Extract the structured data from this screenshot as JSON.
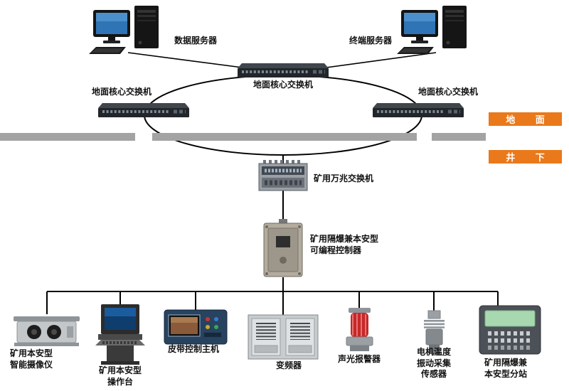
{
  "zones": {
    "ground_label": "地 面",
    "underground_label": "井 下"
  },
  "nodes": {
    "data_server": {
      "label": "数据服务器"
    },
    "terminal_server": {
      "label": "终端服务器"
    },
    "core_switch_top": {
      "label": "地面核心交换机"
    },
    "core_switch_left": {
      "label": "地面核心交换机"
    },
    "core_switch_right": {
      "label": "地面核心交换机"
    },
    "mining_switch": {
      "label": "矿用万兆交换机"
    },
    "plc": {
      "label": "矿用隔爆兼本安型\n可编程控制器"
    },
    "camera": {
      "label": "矿用本安型\n智能摄像仪"
    },
    "console": {
      "label": "矿用本安型\n操作台"
    },
    "belt_host": {
      "label": "皮带控制主机"
    },
    "vfd": {
      "label": "变频器"
    },
    "alarm": {
      "label": "声光报警器"
    },
    "sensor": {
      "label": "电机温度\n振动采集\n传感器"
    },
    "substation": {
      "label": "矿用隔爆兼\n本安型分站"
    }
  },
  "colors": {
    "badge_orange": "#e9791b",
    "separator_gray": "#a3a3a3",
    "line_black": "#000000"
  }
}
